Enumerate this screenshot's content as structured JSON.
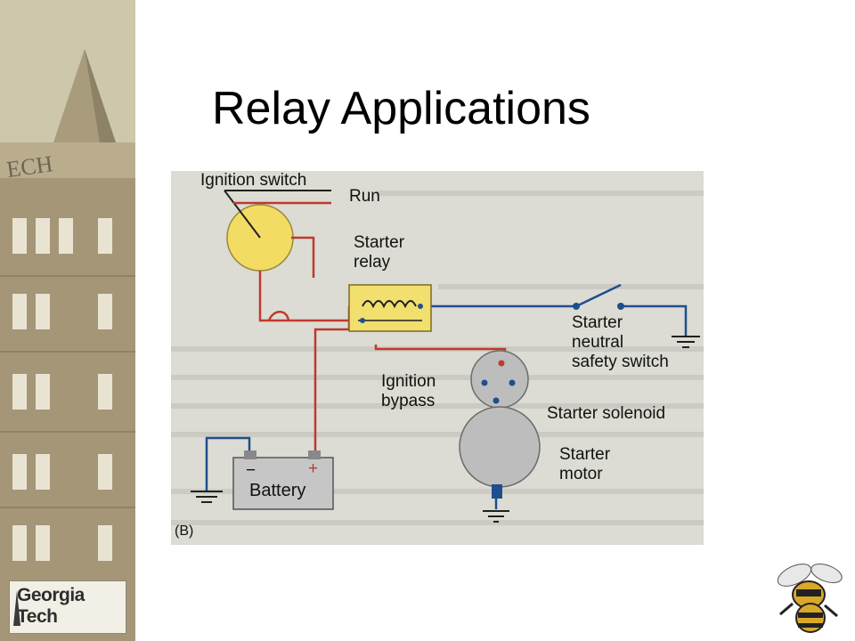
{
  "slide": {
    "title": "Relay Applications"
  },
  "logo": {
    "line1": "Georgia",
    "line2": "Tech"
  },
  "diagram": {
    "labels": {
      "ignition_switch": "Ignition switch",
      "run": "Run",
      "starter_relay": "Starter\nrelay",
      "starter_neutral_safety_switch": "Starter\nneutral\nsafety switch",
      "ignition_bypass": "Ignition\nbypass",
      "starter_solenoid": "Starter solenoid",
      "starter_motor": "Starter\nmotor",
      "battery": "Battery",
      "battery_minus": "−",
      "battery_plus": "+",
      "figure_tag": "(B)"
    },
    "colors": {
      "red_wire": "#c0392b",
      "blue_wire": "#1f4e8c",
      "ignition_yellow": "#f3dc63",
      "relay_yellow": "#f1df6e",
      "solenoid_gray": "#bdbdbd",
      "background": "#dcdcd4"
    }
  }
}
